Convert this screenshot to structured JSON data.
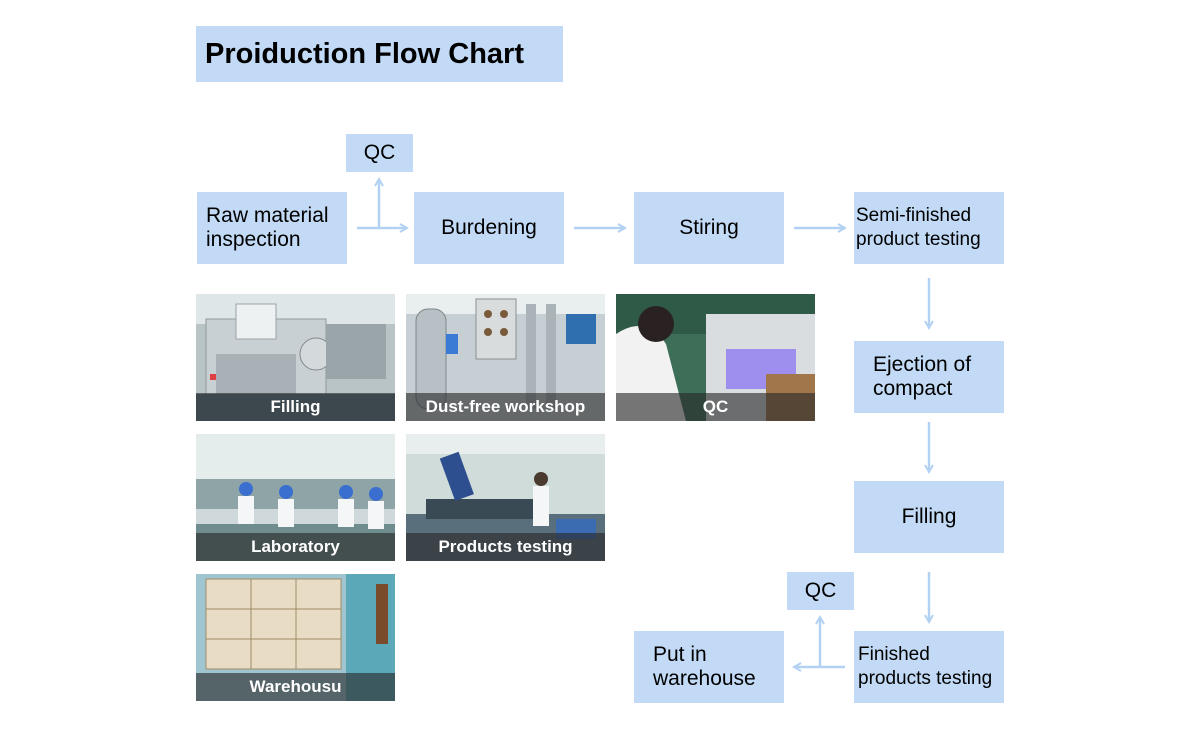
{
  "title": "Proiduction Flow Chart",
  "steps": {
    "raw": "Raw material\ninspection",
    "qc_top": "QC",
    "burdening": "Burdening",
    "stiring": "Stiring",
    "semi": "Semi-finished\nproduct testing",
    "ejection": "Ejection of\ncompact",
    "filling": "Filling",
    "finished": "Finished\nproducts testing",
    "qc_bottom": "QC",
    "warehouse": "Put in\nwarehouse"
  },
  "photos": [
    {
      "caption": "Filling"
    },
    {
      "caption": "Dust-free workshop"
    },
    {
      "caption": "QC"
    },
    {
      "caption": "Laboratory"
    },
    {
      "caption": "Products testing"
    },
    {
      "caption": "Warehousu"
    }
  ],
  "colors": {
    "box_fill": "#c2daf5",
    "arrow": "#b3d1f2",
    "caption_bg": "#2828289e",
    "caption_text": "#ffffff"
  }
}
